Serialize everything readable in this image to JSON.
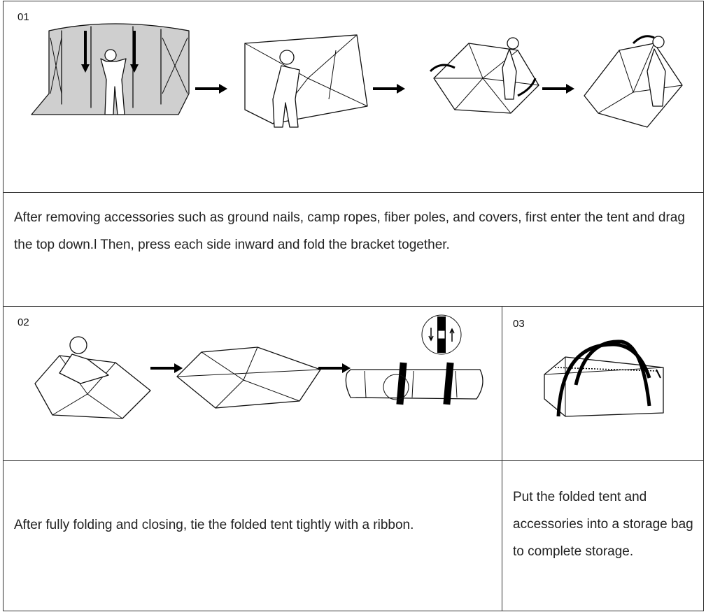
{
  "step1": {
    "number": "01",
    "description": "After removing accessories such as ground nails, camp ropes, fiber poles, and covers, first enter the tent and drag the top down.l Then, press each side inward and fold the bracket together."
  },
  "step2": {
    "number": "02",
    "description": "After fully folding and closing, tie the folded tent tightly with a ribbon."
  },
  "step3": {
    "number": "03",
    "description": "Put the folded tent and accessories into a storage bag to complete storage."
  }
}
